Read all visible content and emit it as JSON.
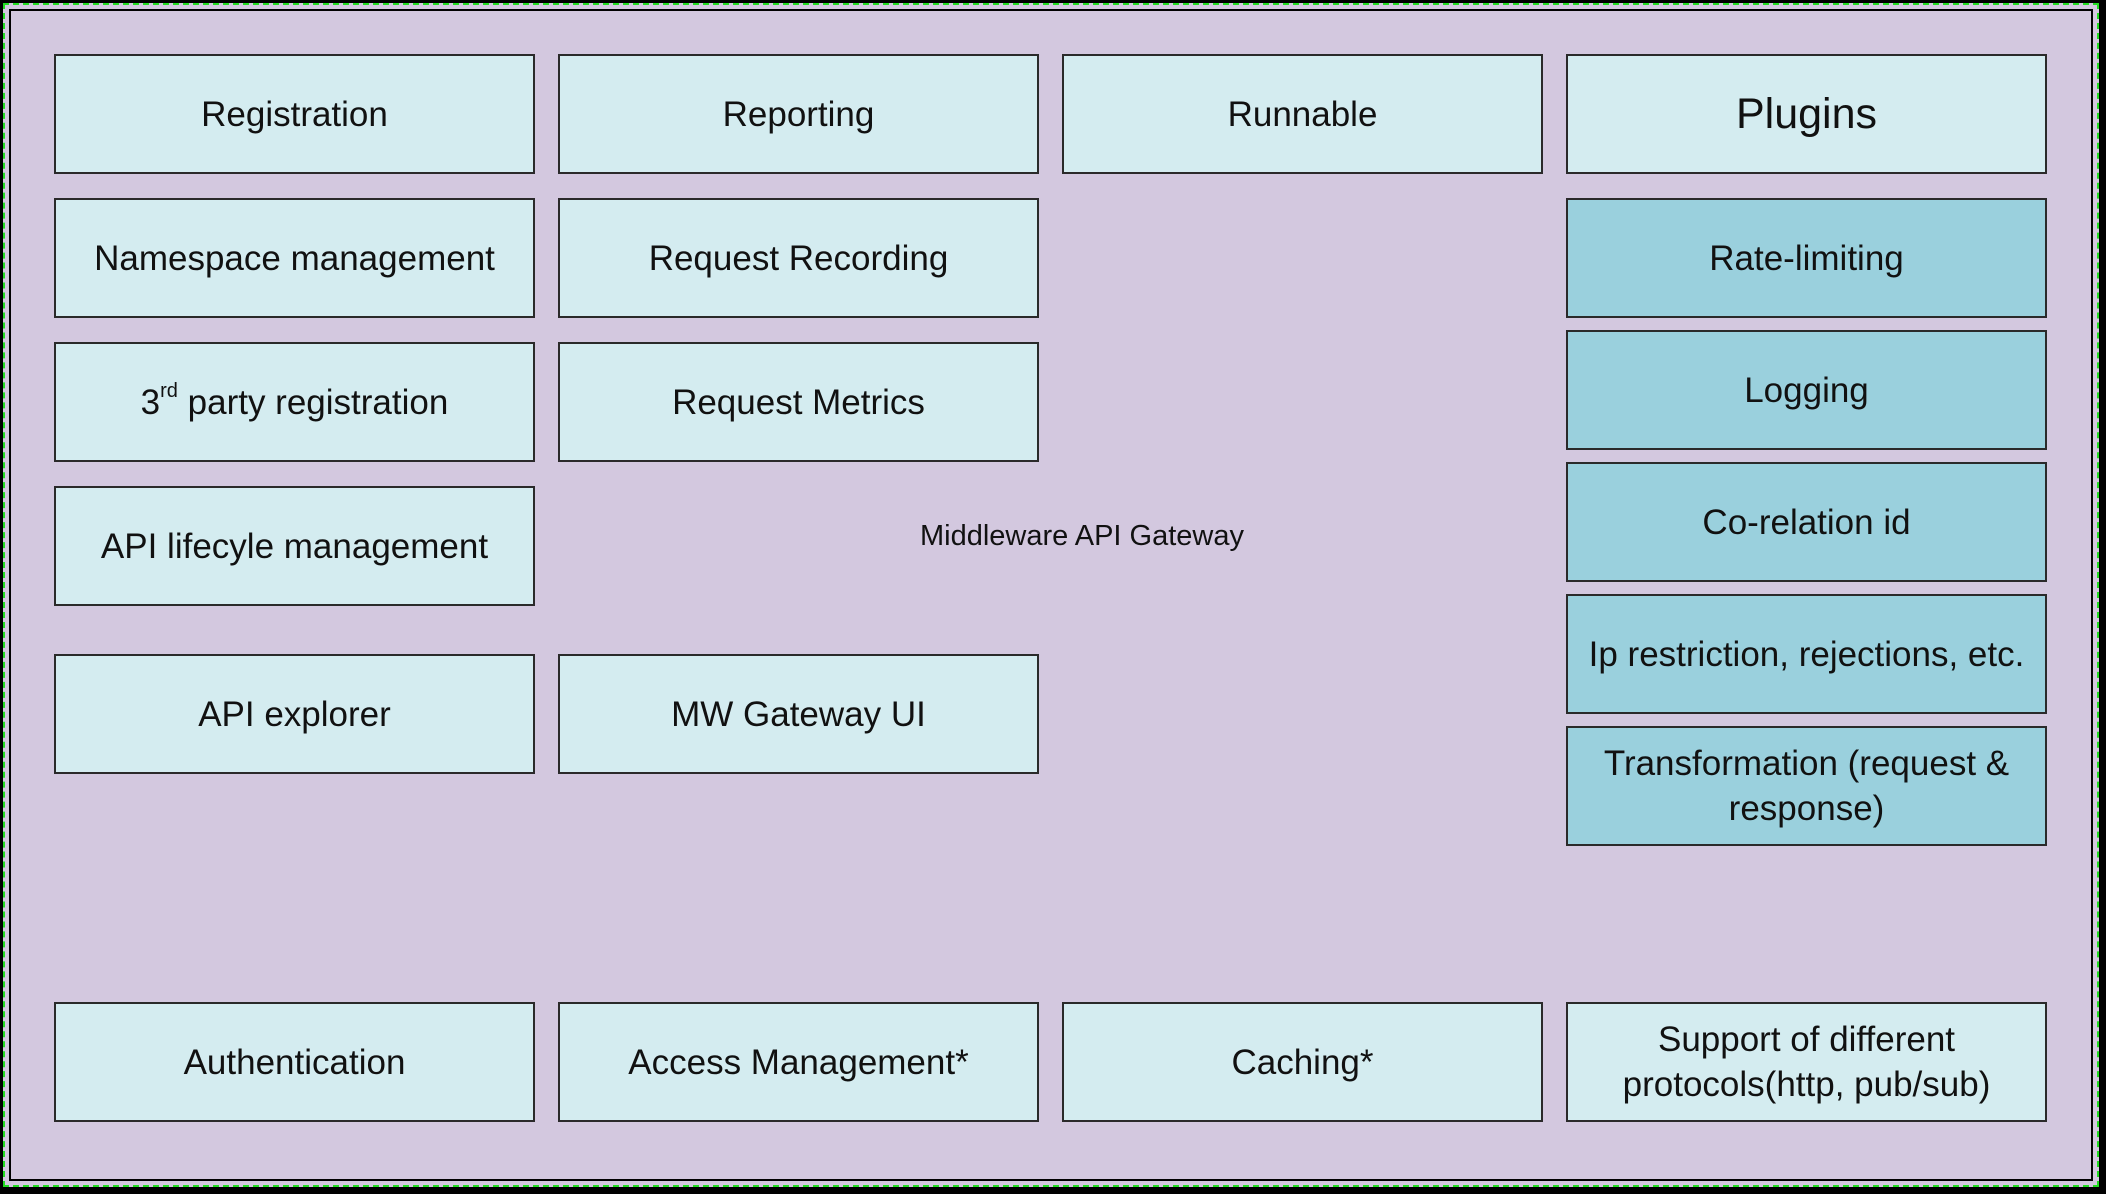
{
  "title": "Middleware API Gateway",
  "columns": {
    "registration": {
      "header": "Registration",
      "items": [
        "Namespace management",
        {
          "base": "3",
          "sup": "rd",
          "rest": " party registration"
        },
        "API lifecyle management",
        "API explorer"
      ]
    },
    "reporting": {
      "header": "Reporting",
      "items": [
        "Request Recording",
        "Request Metrics",
        "MW Gateway UI"
      ]
    },
    "runnable": {
      "header": "Runnable"
    },
    "plugins": {
      "header": "Plugins",
      "items": [
        "Rate-limiting",
        "Logging",
        "Co-relation id",
        "Ip restriction, rejections, etc.",
        "Transformation (request & response)"
      ]
    }
  },
  "bottom_row": [
    "Authentication",
    "Access Management*",
    "Caching*",
    "Support of different protocols(http, pub/sub)"
  ],
  "colors": {
    "background": "#d3c8df",
    "box": "#d4ecf0",
    "plugin_box": "#9ad0dd",
    "border_dash": "#22dd22"
  }
}
